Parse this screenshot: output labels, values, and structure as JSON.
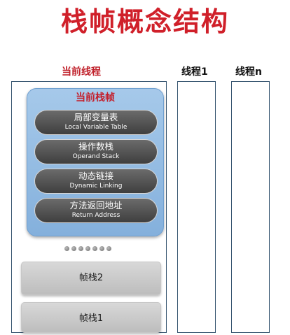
{
  "title": "栈帧概念结构",
  "columns": {
    "current_thread": "当前线程",
    "thread1": "线程1",
    "threadn": "线程n"
  },
  "current_frame": {
    "title": "当前栈帧",
    "sections": [
      {
        "cn": "局部变量表",
        "en": "Local Variable Table"
      },
      {
        "cn": "操作数栈",
        "en": "Operand Stack"
      },
      {
        "cn": "动态链接",
        "en": "Dynamic Linking"
      },
      {
        "cn": "方法返回地址",
        "en": "Return Address"
      }
    ]
  },
  "other_frames": [
    "帧栈2",
    "帧栈1"
  ],
  "colors": {
    "title": "#d0202a",
    "column_border": "#35546f",
    "frame_blue": "#9cc3e8",
    "section_dark": "#555555",
    "frame_gray": "#cfcfcf"
  }
}
